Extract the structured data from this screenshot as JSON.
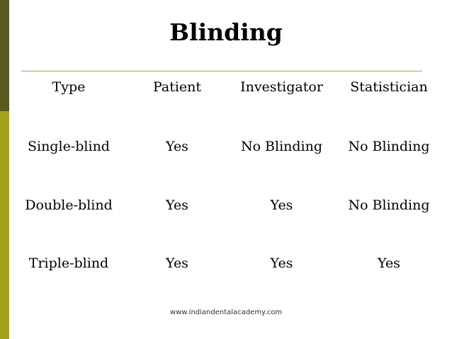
{
  "slide": {
    "title": "Blinding",
    "footer": "www.indiandentalacademy.com"
  },
  "table": {
    "headers": [
      "Type",
      "Patient",
      "Investigator",
      "Statistician"
    ],
    "rows": [
      [
        "Single-blind",
        "Yes",
        "No Blinding",
        "No Blinding"
      ],
      [
        "Double-blind",
        "Yes",
        "Yes",
        "No Blinding"
      ],
      [
        "Triple-blind",
        "Yes",
        "Yes",
        "Yes"
      ]
    ]
  },
  "colors": {
    "accent_dark": "#5a5a22",
    "accent_light": "#a3a319",
    "rule": "#a8a84e"
  }
}
